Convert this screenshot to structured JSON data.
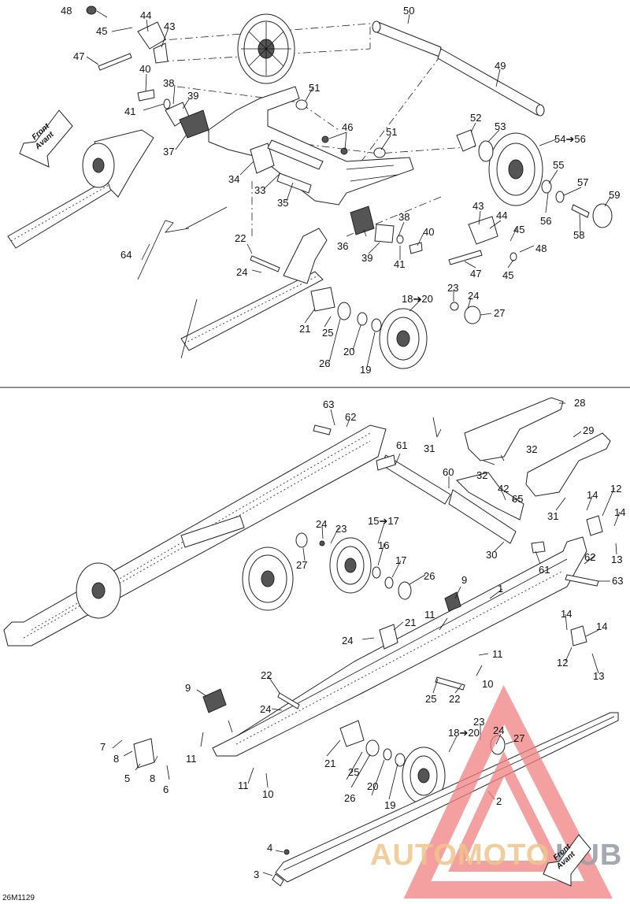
{
  "reference_code": "26M1129",
  "front_arrow": {
    "line1": "Front",
    "line2": "Avant"
  },
  "watermark": {
    "text_a": "AUTOMOTO",
    "text_b": "HUB"
  },
  "callouts_top": [
    "48",
    "45",
    "44",
    "43",
    "50",
    "47",
    "40",
    "38",
    "39",
    "41",
    "37",
    "49",
    "51",
    "52",
    "53",
    "54➔56",
    "46",
    "51",
    "34",
    "33",
    "35",
    "55",
    "57",
    "59",
    "56",
    "58",
    "43",
    "44",
    "45",
    "48",
    "36",
    "38",
    "40",
    "39",
    "41",
    "47",
    "45",
    "22",
    "64",
    "24",
    "21",
    "25",
    "26",
    "20",
    "19",
    "18➔20",
    "23",
    "24",
    "27"
  ],
  "callouts_bottom": [
    "63",
    "62",
    "28",
    "31",
    "29",
    "61",
    "32",
    "32",
    "60",
    "42",
    "65",
    "12",
    "14",
    "31",
    "14",
    "13",
    "24",
    "23",
    "15➔17",
    "27",
    "16",
    "17",
    "26",
    "30",
    "61",
    "62",
    "63",
    "9",
    "1",
    "11",
    "21",
    "24",
    "11",
    "14",
    "14",
    "12",
    "13",
    "10",
    "22",
    "9",
    "24",
    "25",
    "22",
    "18➔20",
    "23",
    "24",
    "27",
    "7",
    "11",
    "21",
    "8",
    "5",
    "8",
    "6",
    "11",
    "25",
    "26",
    "20",
    "19",
    "10",
    "2",
    "4",
    "3"
  ]
}
